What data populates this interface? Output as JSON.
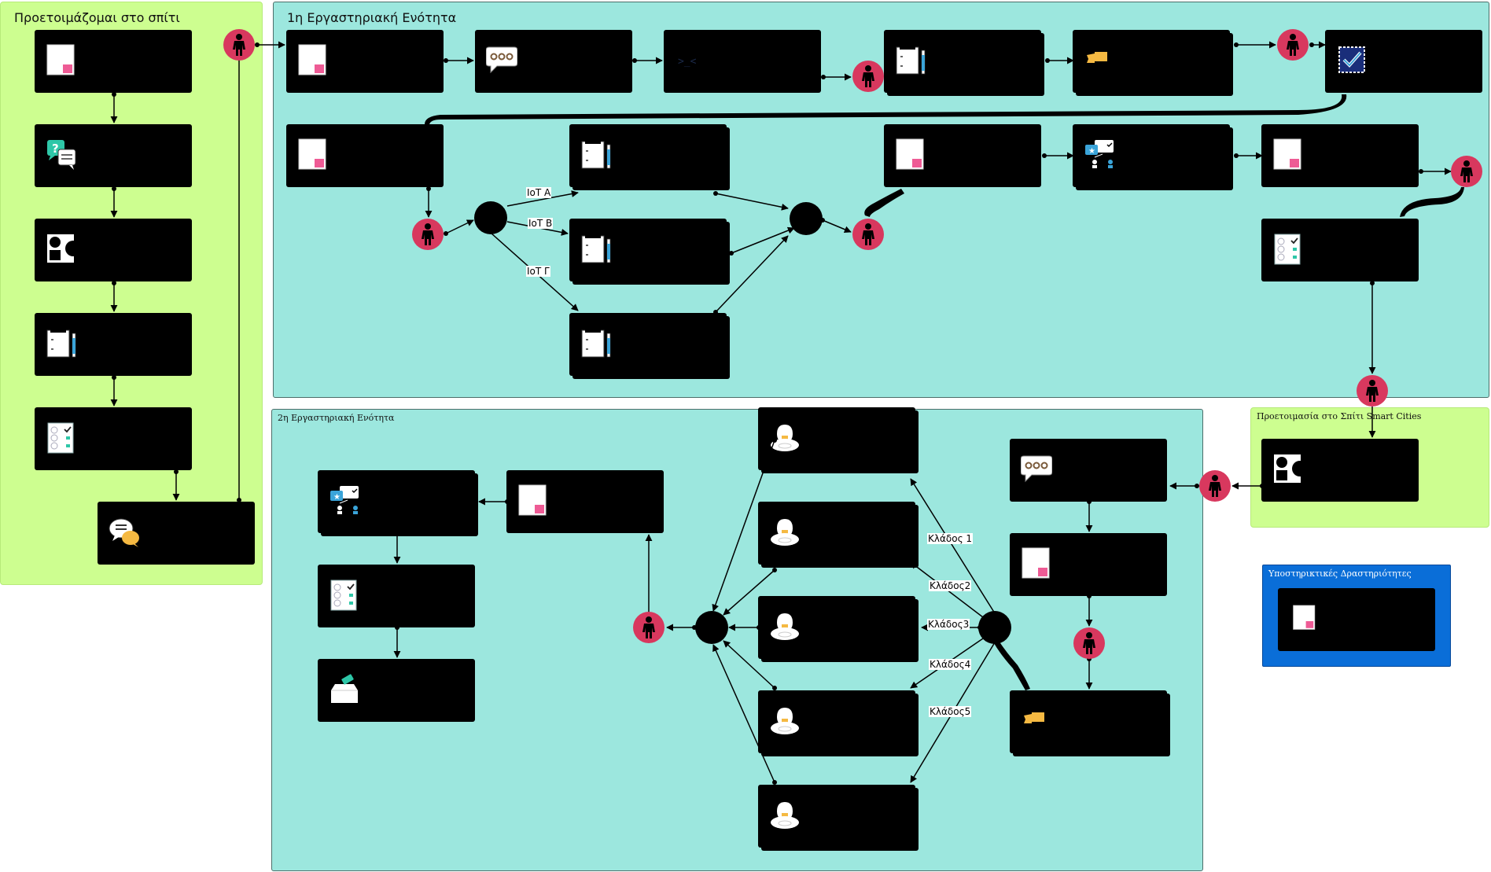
{
  "regions": {
    "home_prep": "Προετοιμάζομαι στο σπίτι",
    "unit1": "1η Εργαστηριακή Ενότητα",
    "unit2": "2η Εργαστηριακή Ενότητα",
    "smart_cities_prep": "Προετοιμασία στο Σπίτι Smart Cities",
    "support": "Υποστηρικτικές Δραστηριότητες"
  },
  "branch_labels": {
    "iot_a": "IoT A",
    "iot_b": "IoT B",
    "iot_c": "IoT Γ",
    "branch1": "Κλάδος 1",
    "branch2": "Κλάδος2",
    "branch3": "Κλάδος3",
    "branch4": "Κλάδος4",
    "branch5": "Κλάδος5"
  },
  "colors": {
    "home_region": "#cdfe90",
    "unit_region": "#9ce7de",
    "support_region": "#0a6ed8",
    "card": "#000000",
    "person_role": "#d8385e",
    "gateway": "#000000"
  },
  "icons": {
    "resource": "document-pink-icon",
    "forum": "speech-bubble-icon",
    "chat": "chat-bubbles-icon",
    "question_forum": "question-discussion-icon",
    "group_choice": "group-choice-icon",
    "assignment": "clipboard-pencil-icon",
    "quiz": "checklist-icon",
    "ticket": "ticket-icon",
    "checked_badge": "checkmark-badge-icon",
    "workshop": "peer-review-icon",
    "lesson": "lightbulb-hand-icon",
    "submission": "inbox-upload-icon",
    "url": "code-link-icon",
    "role": "person-icon"
  }
}
